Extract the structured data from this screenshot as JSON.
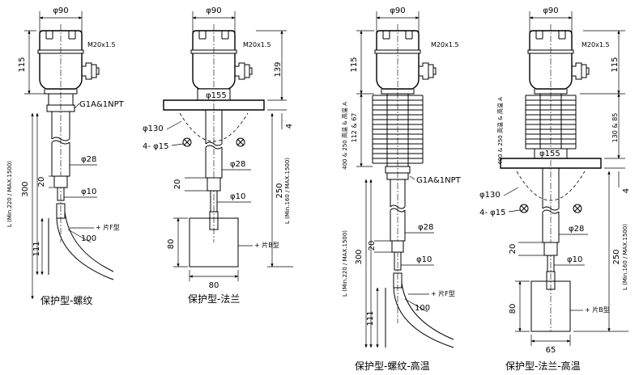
{
  "diagrams": [
    {
      "id": "protected-threaded",
      "caption": "保护型-螺纹",
      "dims": {
        "housing_dia": "φ90",
        "cable_gland": "M20x1.5",
        "housing_height": "115",
        "thread": "G1A&1NPT",
        "tube_dia": "φ28",
        "tip_dia": "φ10",
        "tip_len": "20",
        "length": "L (Min.220 / MAX.1500)",
        "probe_total": "300",
        "vane_len": "111",
        "vane_radius": "100",
        "vane_label": "+ 片F型"
      }
    },
    {
      "id": "protected-flange",
      "caption": "保护型-法兰",
      "dims": {
        "housing_dia": "φ90",
        "cable_gland": "M20x1.5",
        "neck_height": "139",
        "neck_dia": "φ155",
        "flange_thk": "4",
        "pcd": "φ130",
        "holes": "4- φ15",
        "tube_dia": "φ28",
        "tip_len": "20",
        "tip_dia": "φ10",
        "length": "L (Min.160 / MAX.1500)",
        "probe_total": "250",
        "paddle_height": "80",
        "paddle_width": "80",
        "paddle_label": "+ 片B型"
      }
    },
    {
      "id": "protected-threaded-hightemp",
      "caption": "保护型-螺纹-高温",
      "dims": {
        "housing_dia": "φ90",
        "cable_gland": "M20x1.5",
        "housing_height": "115",
        "fins_height": "112 & 67",
        "fins_note": "400 & 250 高温 & 高温 A",
        "thread": "G1A&1NPT",
        "tube_dia": "φ28",
        "tip_len": "20",
        "tip_dia": "φ10",
        "length": "L (Min.220 / MAX.1500)",
        "probe_total": "300",
        "vane_len": "111",
        "vane_radius": "100",
        "vane_label": "+ 片F型"
      }
    },
    {
      "id": "protected-flange-hightemp",
      "caption": "保护型-法兰-高温",
      "dims": {
        "housing_dia": "φ90",
        "cable_gland": "M20x1.5",
        "housing_height": "115",
        "fins_height": "130 & 85",
        "fins_note": "400 & 250 高温 & 高温 A",
        "neck_dia": "φ155",
        "flange_thk": "4",
        "pcd": "φ130",
        "holes": "4- φ15",
        "tube_dia": "φ28",
        "tip_len": "20",
        "tip_dia": "φ10",
        "length": "L (Min.160 / MAX.1500)",
        "probe_total": "250",
        "paddle_height": "80",
        "paddle_width": "65",
        "paddle_label": "+ 片B型"
      }
    }
  ]
}
